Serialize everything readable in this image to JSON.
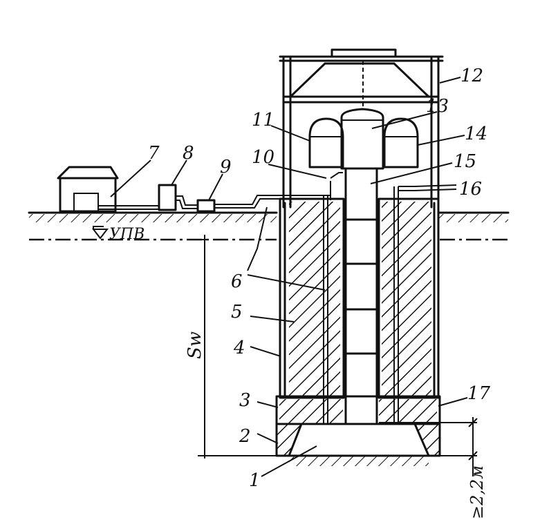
{
  "diagram": {
    "labels": {
      "n1": "1",
      "n2": "2",
      "n3": "3",
      "n4": "4",
      "n5": "5",
      "n6": "6",
      "n7": "7",
      "n8": "8",
      "n9": "9",
      "n10": "10",
      "n11": "11",
      "n12": "12",
      "n13": "13",
      "n14": "14",
      "n15": "15",
      "n16": "16",
      "n17": "17"
    },
    "water_level": "УПВ",
    "depth_symbol": "Sw",
    "depth_note": "≥2,2м"
  }
}
